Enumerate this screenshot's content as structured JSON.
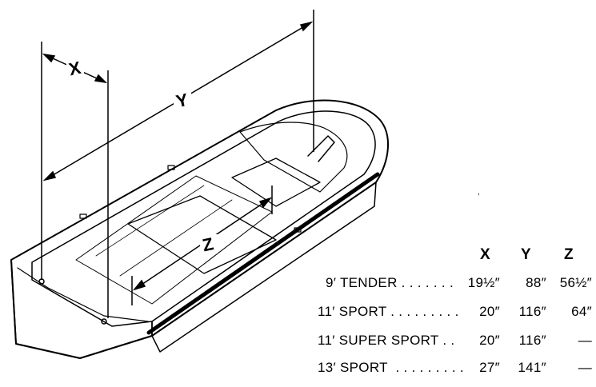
{
  "dimension_labels": {
    "x": "X",
    "y": "Y",
    "z": "Z"
  },
  "table": {
    "headers": [
      "X",
      "Y",
      "Z"
    ],
    "rows": [
      {
        "name": "9′ TENDER . . . . . . .",
        "x": "19½″",
        "y": "88″",
        "z": "56½″"
      },
      {
        "name": "11′ SPORT . . . . . . . . .",
        "x": "20″",
        "y": "116″",
        "z": "64″"
      },
      {
        "name": "11′ SUPER SPORT . .",
        "x": "20″",
        "y": "116″",
        "z": "—"
      },
      {
        "name": "13′ SPORT  . . . . . . . . .",
        "x": "27″",
        "y": "141″",
        "z": "—"
      }
    ]
  }
}
